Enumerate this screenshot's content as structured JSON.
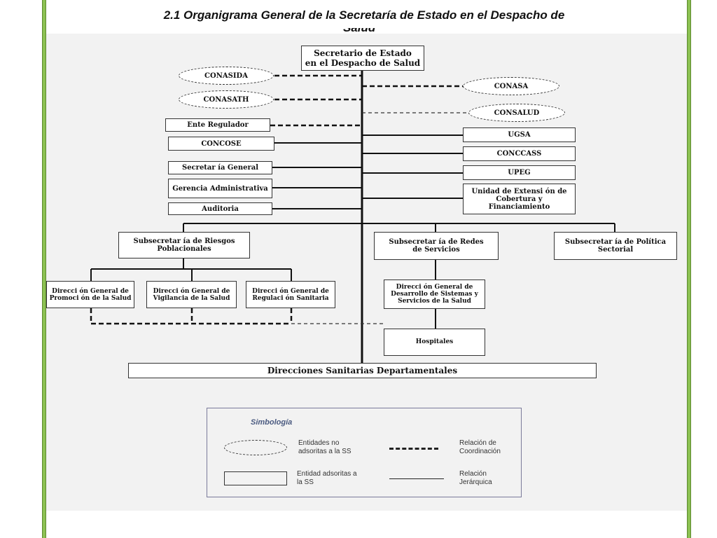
{
  "title": "2.1 Organigrama General de la Secretaría de Estado en el Despacho de",
  "title_overflow": "Salud",
  "root": "Secretario de Estado\nen el Despacho de Salud",
  "ovals": {
    "conasida": "CONASIDA",
    "conasath": "CONASATH",
    "conasa": "CONASA",
    "consalud": "CONSALUD"
  },
  "left_boxes": {
    "ente_regulador": "Ente Regulador",
    "concose": "CONCOSE",
    "secretaria_general": "Secretar ía General",
    "gerencia": "Gerencia Administrativa",
    "auditoria": "Auditoria"
  },
  "right_boxes": {
    "ugsa": "UGSA",
    "conccass": "CONCCASS",
    "upeg": "UPEG",
    "unidad_extension": "Unidad de Extensi ón de Cobertura y Financiamiento"
  },
  "subsecretarias": {
    "riesgos": "Subsecretar ía de Riesgos Poblacionales",
    "redes": "Subsecretar ía de Redes de Servicios",
    "politica": "Subsecretar ía de Política Sectorial"
  },
  "direcciones": {
    "promocion": "Direcci ón General de Promoci ón de la Salud",
    "vigilancia": "Direcci ón General de Vigilancia de la Salud",
    "regulacion": "Direcci ón General de Regulaci ón Sanitaria",
    "desarrollo": "Direcci ón General de Desarrollo de Sistemas y Servicios de la Salud"
  },
  "hospitales": "Hospitales",
  "direcciones_sanitarias": "Direcciones Sanitarias Departamentales",
  "legend": {
    "title": "Simbología",
    "oval_label": "Entidades no adsoritas a la SS",
    "rect_label": "Entidad adsoritas a la SS",
    "dashed_label": "Relación de Coordinación",
    "solid_label": "Relación Jerárquica"
  },
  "colors": {
    "frame": "#8cc152",
    "canvas": "#f2f2f2",
    "line": "#222222"
  }
}
